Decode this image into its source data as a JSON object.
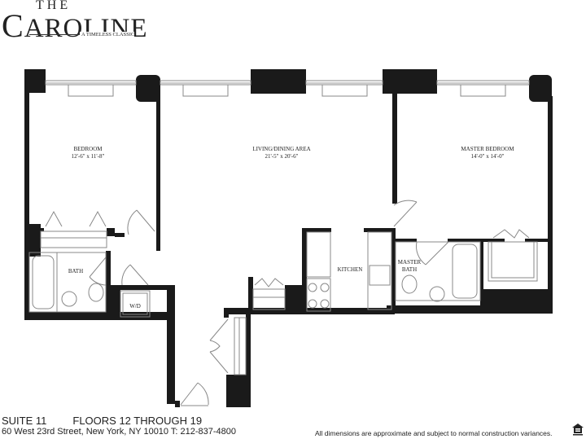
{
  "brand": {
    "the": "THE",
    "name_initial": "C",
    "name_rest": "AROLINE",
    "tagline": "A TIMELESS CLASSIC"
  },
  "rooms": {
    "bedroom": {
      "name": "BEDROOM",
      "dims": "12'-6\" x 11'-8\""
    },
    "living": {
      "name": "LIVING/DINING AREA",
      "dims": "21'-5\" x 20'-6\""
    },
    "master": {
      "name": "MASTER BEDROOM",
      "dims": "14'-0\" x 14'-0\""
    },
    "bath": {
      "name": "BATH"
    },
    "wd": {
      "name": "W/D"
    },
    "kitchen": {
      "name": "KITCHEN"
    },
    "master_bath": {
      "line1": "MASTER",
      "line2": "BATH"
    }
  },
  "footer": {
    "suite": "SUITE 11",
    "floors": "FLOORS 12 THROUGH 19",
    "address": "60 West 23rd Street, New York, NY 10010 T: 212-837-4800",
    "disclaimer": "All dimensions are approximate and subject to normal construction variances.",
    "eho_icon": "equal-housing-opportunity-icon"
  }
}
